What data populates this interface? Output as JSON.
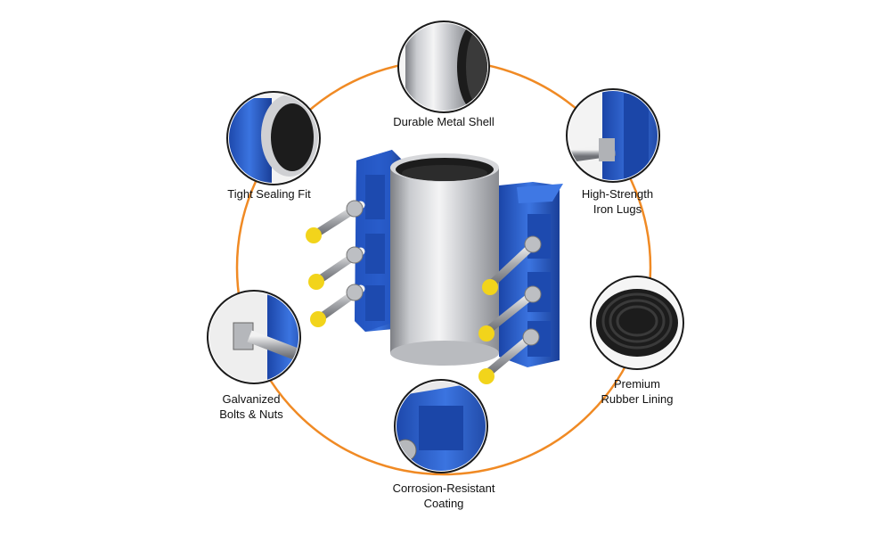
{
  "colors": {
    "ring": "#f08a24",
    "lug_blue": "#2a5fc9",
    "lug_dark": "#173a86",
    "steel_light": "#e8e8ea",
    "steel_mid": "#a9abb0",
    "cap_yellow": "#f2d41b",
    "rubber": "#1c1c1c"
  },
  "features": [
    {
      "id": "shell",
      "lines": [
        "Durable Metal Shell"
      ],
      "icon": "metal-shell-closeup-icon"
    },
    {
      "id": "lugs",
      "lines": [
        "High-Strength",
        "Iron Lugs"
      ],
      "icon": "iron-lug-closeup-icon"
    },
    {
      "id": "rubber",
      "lines": [
        "Premium",
        "Rubber Lining"
      ],
      "icon": "rubber-lining-closeup-icon"
    },
    {
      "id": "coating",
      "lines": [
        "Corrosion-Resistant",
        "Coating"
      ],
      "icon": "coating-closeup-icon"
    },
    {
      "id": "bolts",
      "lines": [
        "Galvanized",
        "Bolts & Nuts"
      ],
      "icon": "bolt-nut-closeup-icon"
    },
    {
      "id": "seal",
      "lines": [
        "Tight Sealing Fit"
      ],
      "icon": "sealing-fit-closeup-icon"
    }
  ]
}
